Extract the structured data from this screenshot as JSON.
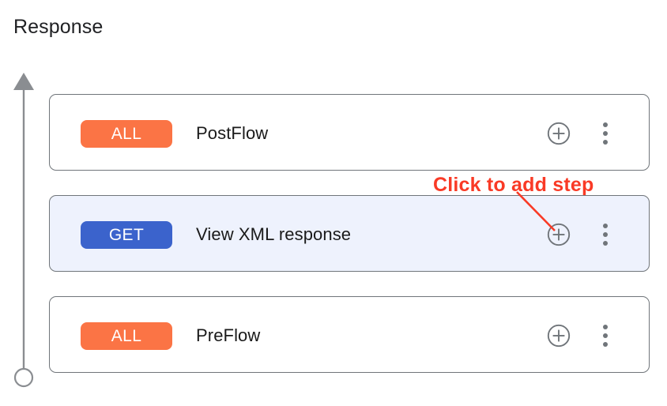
{
  "page": {
    "title": "Response"
  },
  "colors": {
    "badge_all": "#fb7445",
    "badge_get": "#3b63cc",
    "annotation_red": "#f93a26",
    "card_border": "#70757a",
    "selected_row_bg": "#eef2fd",
    "icon_gray": "#70757a",
    "arrow_gray": "#8a8d91",
    "text_primary": "#1a1a1a"
  },
  "flow_arrow": {
    "name": "flow-direction-arrow",
    "direction": "up"
  },
  "steps": [
    {
      "id": "postflow",
      "badge": "ALL",
      "badge_color": "#fb7445",
      "name": "PostFlow",
      "selected": false,
      "add_icon": "plus-circle-icon",
      "menu_icon": "more-vert-icon"
    },
    {
      "id": "viewxml",
      "badge": "GET",
      "badge_color": "#3b63cc",
      "name": "View XML response",
      "selected": true,
      "add_icon": "plus-circle-icon",
      "menu_icon": "more-vert-icon"
    },
    {
      "id": "preflow",
      "badge": "ALL",
      "badge_color": "#fb7445",
      "name": "PreFlow",
      "selected": false,
      "add_icon": "plus-circle-icon",
      "menu_icon": "more-vert-icon"
    }
  ],
  "annotation": {
    "text": "Click to add step",
    "color": "#f93a26",
    "points_to": "add-step-button-viewxml"
  }
}
